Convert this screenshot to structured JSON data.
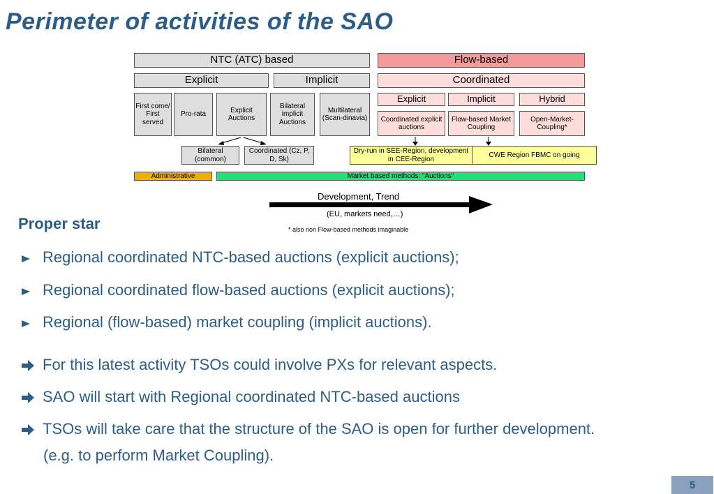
{
  "title": "Perimeter of activities of the SAO",
  "diagram": {
    "ntc_header": "NTC (ATC) based",
    "flow_header": "Flow-based",
    "explicit": "Explicit",
    "implicit": "Implicit",
    "coordinated": "Coordinated",
    "ntc_methods": [
      "First come/ First served",
      "Pro-rata",
      "Explicit Auctions",
      "Bilateral implicit Auctions",
      "Multilateral (Scan-dinavia)"
    ],
    "flow_types": [
      "Explicit",
      "Implicit",
      "Hybrid"
    ],
    "flow_methods": [
      "Coordinated explicit auctions",
      "Flow-based Market Coupling",
      "Open-Market-Coupling*"
    ],
    "sub_auctions": [
      "Bilateral (common)",
      "Coordinated (Cz, P, D, Sk)"
    ],
    "dry_run": "Dry-run in SEE-Region, development in CEE-Region",
    "cwe": "CWE Region FBMC on going",
    "administrative": "Administrative",
    "market_based": "Market based methods: \"Auctions\"",
    "trend_label": "Development, Trend",
    "trend_sublabel": "(EU, markets need,…)",
    "footnote": "* also non Flow-based methods imaginable",
    "colors": {
      "grey": "#dedede",
      "flow_based": "#f49a9a",
      "flow_light": "#fddcdc",
      "yellow": "#ffff99",
      "administrative": "#f0b000",
      "market_based": "#22e07a"
    }
  },
  "section_heading": "Proper star",
  "bullets": [
    "Regional coordinated NTC-based auctions (explicit auctions);",
    "Regional coordinated flow-based auctions (explicit auctions);",
    "Regional (flow-based) market coupling (implicit auctions)."
  ],
  "arrow_points": [
    "For this latest activity TSOs could involve  PXs for relevant aspects.",
    "SAO will start with Regional coordinated NTC-based auctions",
    "TSOs will take care that the structure of the SAO is open for further development."
  ],
  "arrow_point_continuation": "(e.g. to perform Market Coupling).",
  "page_number": "5",
  "text_color": "#2b5d88",
  "icons": {
    "bullet": "triangle-bullet-icon",
    "arrow": "right-arrow-icon"
  }
}
